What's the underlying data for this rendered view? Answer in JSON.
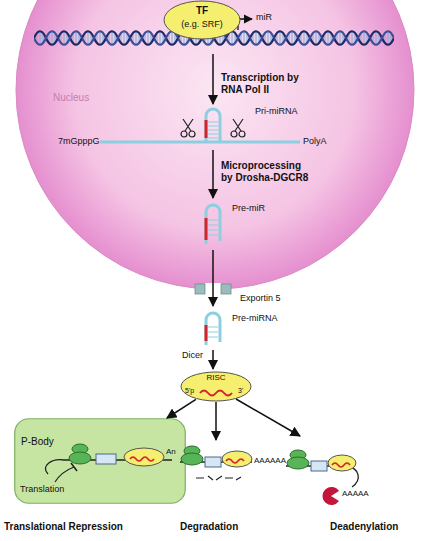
{
  "diagram": {
    "nodes": [
      {
        "text": [
          "Nucleus"
        ]
      },
      {
        "text": [
          "TF",
          "(e.g. SRF)"
        ],
        "in": 0
      },
      {
        "text": [
          "RISC",
          "5'p",
          "3'"
        ]
      },
      {
        "text": [
          "P-Body",
          "Translation"
        ]
      }
    ],
    "edges": [
      {
        "from": 2,
        "to": 3,
        "arrow": "to"
      }
    ],
    "labels": [
      "miR",
      "Transcription by RNA Pol II",
      "Pri-miRNA",
      "7mGpppG",
      "PolyA",
      "Microprocessing by Drosha-DGCR8",
      "Pre-miR",
      "Exportin 5",
      "Pre-miRNA",
      "Dicer",
      "An",
      "AAAAAA",
      "AAAAA",
      "Translational Repression",
      "Degradation",
      "Deadenylation"
    ]
  }
}
